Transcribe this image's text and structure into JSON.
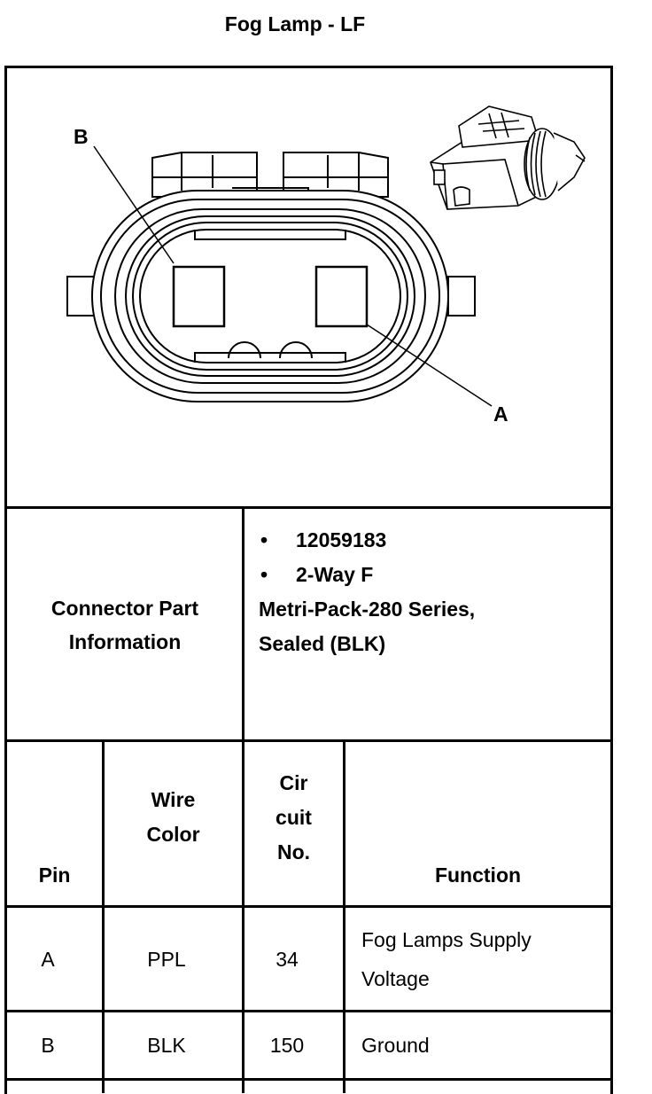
{
  "title": "Fog Lamp - LF",
  "diagram": {
    "pin_labels": {
      "a": "A",
      "b": "B"
    }
  },
  "connector": {
    "label": "Connector Part Information",
    "info": [
      "12059183",
      "2-Way F"
    ],
    "description_line1": "Metri-Pack-280 Series,",
    "description_line2": "Sealed (BLK)"
  },
  "table": {
    "headers": {
      "pin": "Pin",
      "wire_color_line1": "Wire",
      "wire_color_line2": "Color",
      "circuit_line1": "Cir",
      "circuit_line2": "cuit",
      "circuit_line3": "No.",
      "function": "Function"
    },
    "rows": [
      {
        "pin": "A",
        "wire_color": "PPL",
        "circuit": "34",
        "function_line1": "Fog Lamps Supply",
        "function_line2": "Voltage"
      },
      {
        "pin": "B",
        "wire_color": "BLK",
        "circuit": "150",
        "function_line1": "Ground",
        "function_line2": ""
      }
    ]
  }
}
